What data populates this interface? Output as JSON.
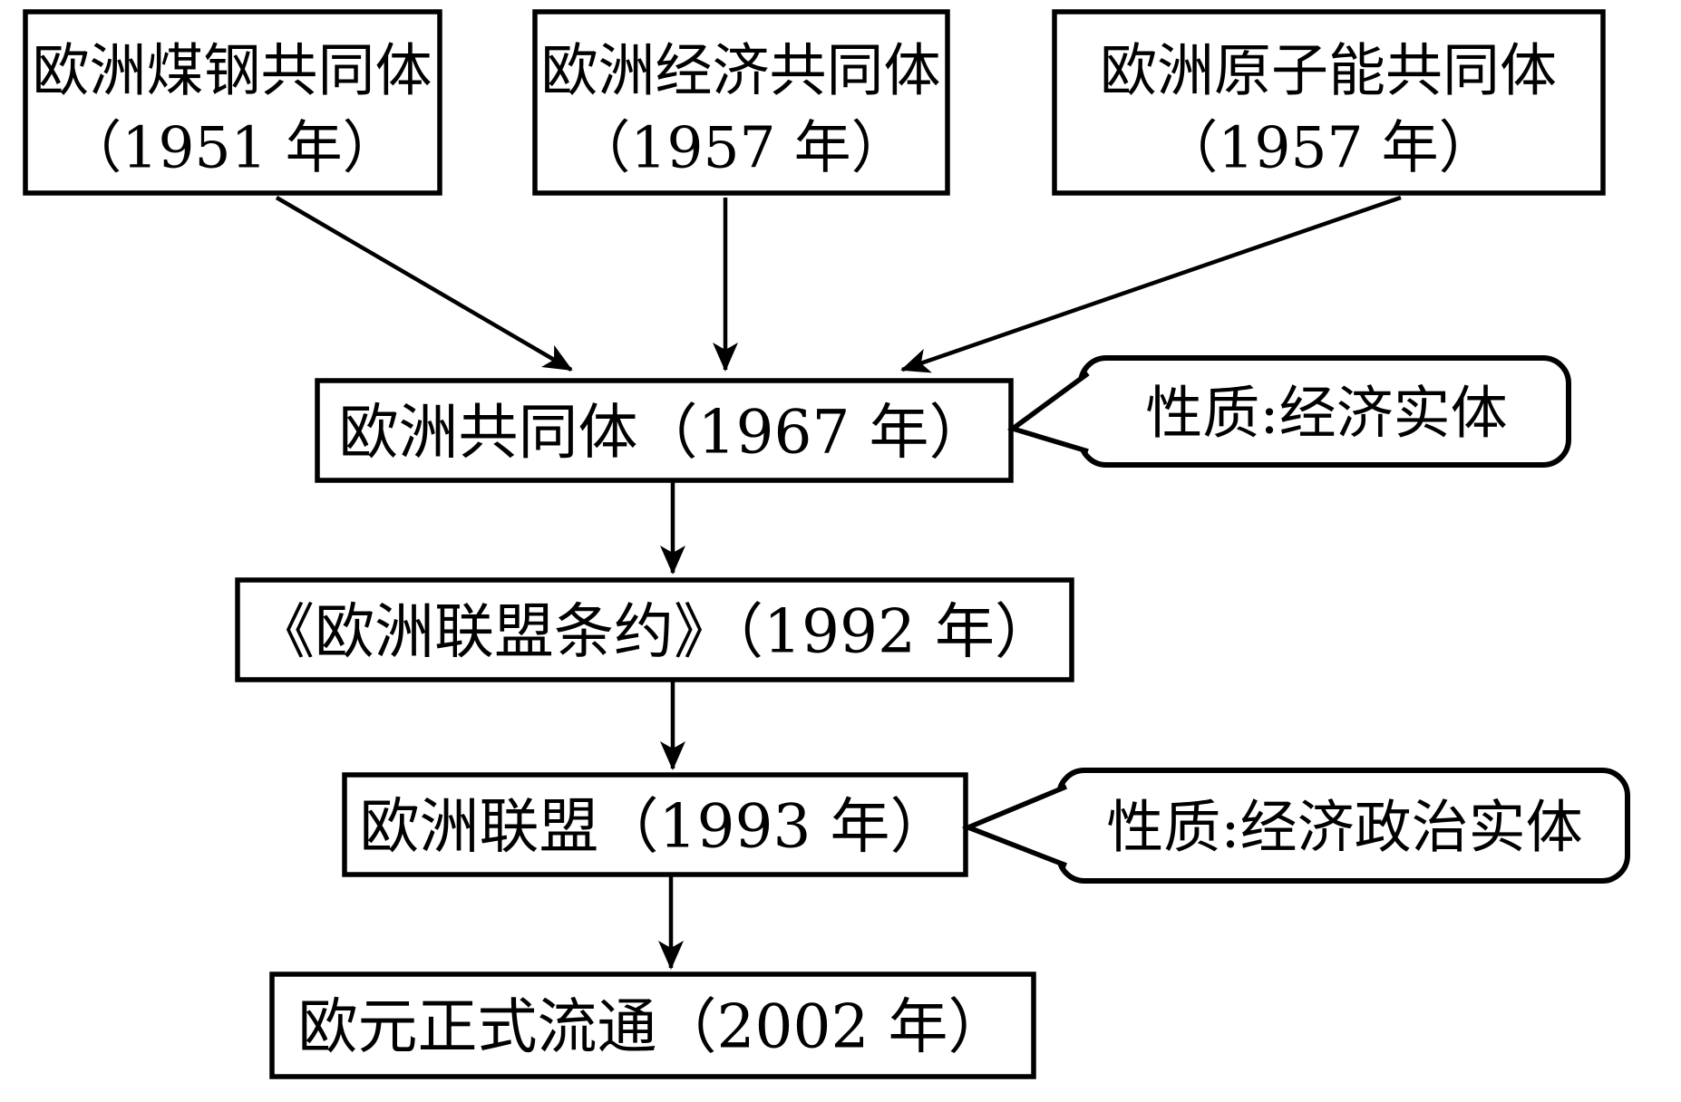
{
  "diagram": {
    "background": "#ffffff",
    "line_color": "#000000",
    "nodes": {
      "ecsc": {
        "name": "欧洲煤钢共同体",
        "year": "（1951 年）"
      },
      "eec": {
        "name": "欧洲经济共同体",
        "year": "（1957 年）"
      },
      "euratom": {
        "name": "欧洲原子能共同体",
        "year": "（1957 年）"
      },
      "ec": {
        "label": "欧洲共同体（1967 年）"
      },
      "treaty": {
        "label": "《欧洲联盟条约》（1992 年）"
      },
      "eu": {
        "label": "欧洲联盟（1993 年）"
      },
      "euro": {
        "label": "欧元正式流通（2002 年）"
      }
    },
    "callouts": {
      "ec_nature": {
        "label": "性质:经济实体"
      },
      "eu_nature": {
        "label": "性质:经济政治实体"
      }
    },
    "edges": [
      {
        "from": "ecsc",
        "to": "ec"
      },
      {
        "from": "eec",
        "to": "ec"
      },
      {
        "from": "euratom",
        "to": "ec"
      },
      {
        "from": "ec",
        "to": "treaty"
      },
      {
        "from": "treaty",
        "to": "eu"
      },
      {
        "from": "eu",
        "to": "euro"
      }
    ]
  }
}
